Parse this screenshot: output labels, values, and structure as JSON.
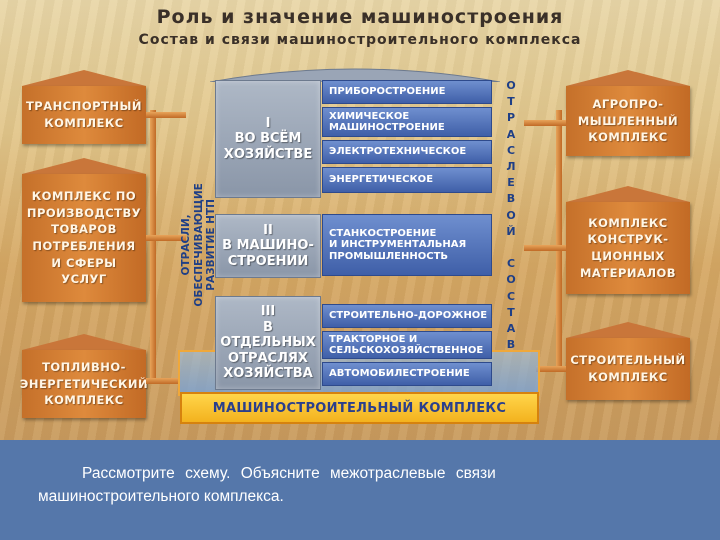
{
  "title": "Роль и значение машиностроения",
  "subtitle": "Состав и связи машиностроительного комплекса",
  "left_boxes": [
    "ТРАНСПОРТНЫЙ\nКОМПЛЕКС",
    "КОМПЛЕКС ПО\nПРОИЗВОДСТВУ\nТОВАРОВ\nПОТРЕБЛЕНИЯ\nИ СФЕРЫ\nУСЛУГ",
    "ТОПЛИВНО-\nЭНЕРГЕТИЧЕСКИЙ\nКОМПЛЕКС"
  ],
  "right_boxes": [
    "АГРОПРО-\nМЫШЛЕННЫЙ\nКОМПЛЕКС",
    "КОМПЛЕКС\nКОНСТРУК-\nЦИОННЫХ\nМАТЕРИАЛОВ",
    "СТРОИТЕЛЬНЫЙ\nКОМПЛЕКС"
  ],
  "tiers": [
    {
      "label": "I\nВО ВСЁМ\nХОЗЯЙСТВЕ",
      "items": [
        "ПРИБОРОСТРОЕНИЕ",
        "ХИМИЧЕСКОЕ\nМАШИНОСТРОЕНИЕ",
        "ЭЛЕКТРОТЕХНИЧЕСКОЕ",
        "ЭНЕРГЕТИЧЕСКОЕ"
      ]
    },
    {
      "label": "II\nВ МАШИНО-\nСТРОЕНИИ",
      "items": [
        "СТАНКОСТРОЕНИЕ\nИ ИНСТРУМЕНТАЛЬНАЯ\nПРОМЫШЛЕННОСТЬ"
      ]
    },
    {
      "label": "III\nВ ОТДЕЛЬНЫХ\nОТРАСЛЯХ\nХОЗЯЙСТВА",
      "items": [
        "СТРОИТЕЛЬНО-ДОРОЖНОЕ",
        "ТРАКТОРНОЕ И\nСЕЛЬСКОХОЗЯЙСТВЕННОЕ",
        "АВТОМОБИЛЕСТРОЕНИЕ"
      ]
    }
  ],
  "vertical_left": "ОТРАСЛИ,\nОБЕСПЕЧИВАЮЩИЕ РАЗВИТИЕ НТП",
  "vertical_right": "ОТРАСЛЕВОЙ СОСТАВ",
  "base_label": "МАШИНОСТРОИТЕЛЬНЫЙ КОМПЛЕКС",
  "caption": {
    "line1": "Рассмотрите схему. Объясните межотраслевые связи",
    "line2": "машиностроительного комплекса."
  },
  "colors": {
    "side_box": "#d47b32",
    "tier": "#9aa5b6",
    "sub": "#4a6ab4",
    "base": "#ffc93a",
    "caption_bg": "#5577aa"
  }
}
